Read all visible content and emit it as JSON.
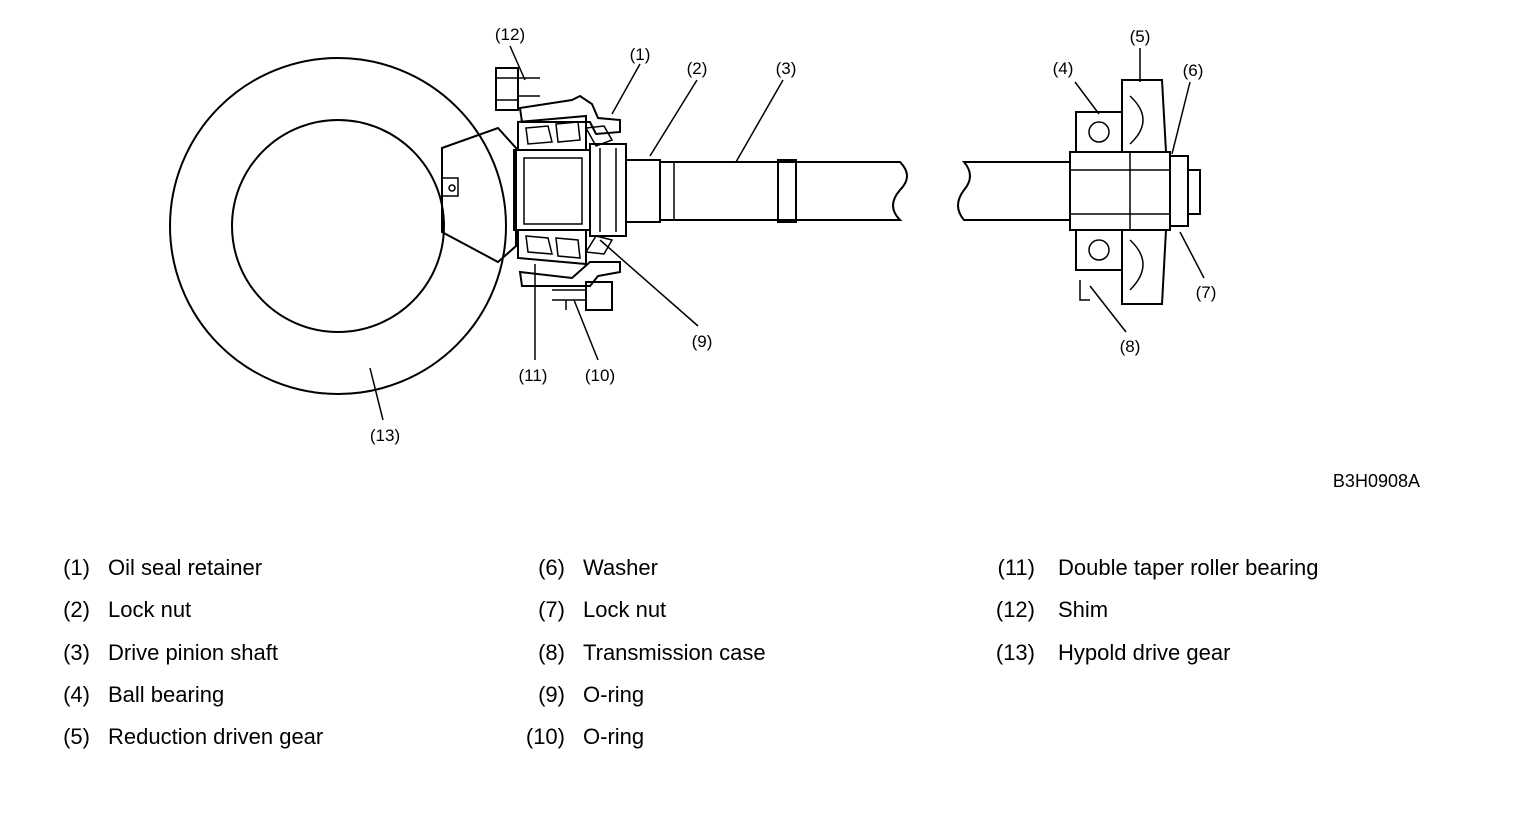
{
  "figure_code": "B3H0908A",
  "callouts": [
    "(1)",
    "(2)",
    "(3)",
    "(4)",
    "(5)",
    "(6)",
    "(7)",
    "(8)",
    "(9)",
    "(10)",
    "(11)",
    "(12)",
    "(13)"
  ],
  "legend": [
    {
      "num": "(1)",
      "label": "Oil seal retainer"
    },
    {
      "num": "(2)",
      "label": "Lock nut"
    },
    {
      "num": "(3)",
      "label": "Drive pinion shaft"
    },
    {
      "num": "(4)",
      "label": "Ball bearing"
    },
    {
      "num": "(5)",
      "label": "Reduction driven gear"
    },
    {
      "num": "(6)",
      "label": "Washer"
    },
    {
      "num": "(7)",
      "label": "Lock nut"
    },
    {
      "num": "(8)",
      "label": "Transmission case"
    },
    {
      "num": "(9)",
      "label": "O-ring"
    },
    {
      "num": "(10)",
      "label": "O-ring"
    },
    {
      "num": "(11)",
      "label": "Double taper roller bearing"
    },
    {
      "num": "(12)",
      "label": "Shim"
    },
    {
      "num": "(13)",
      "label": "Hypold drive gear"
    }
  ]
}
